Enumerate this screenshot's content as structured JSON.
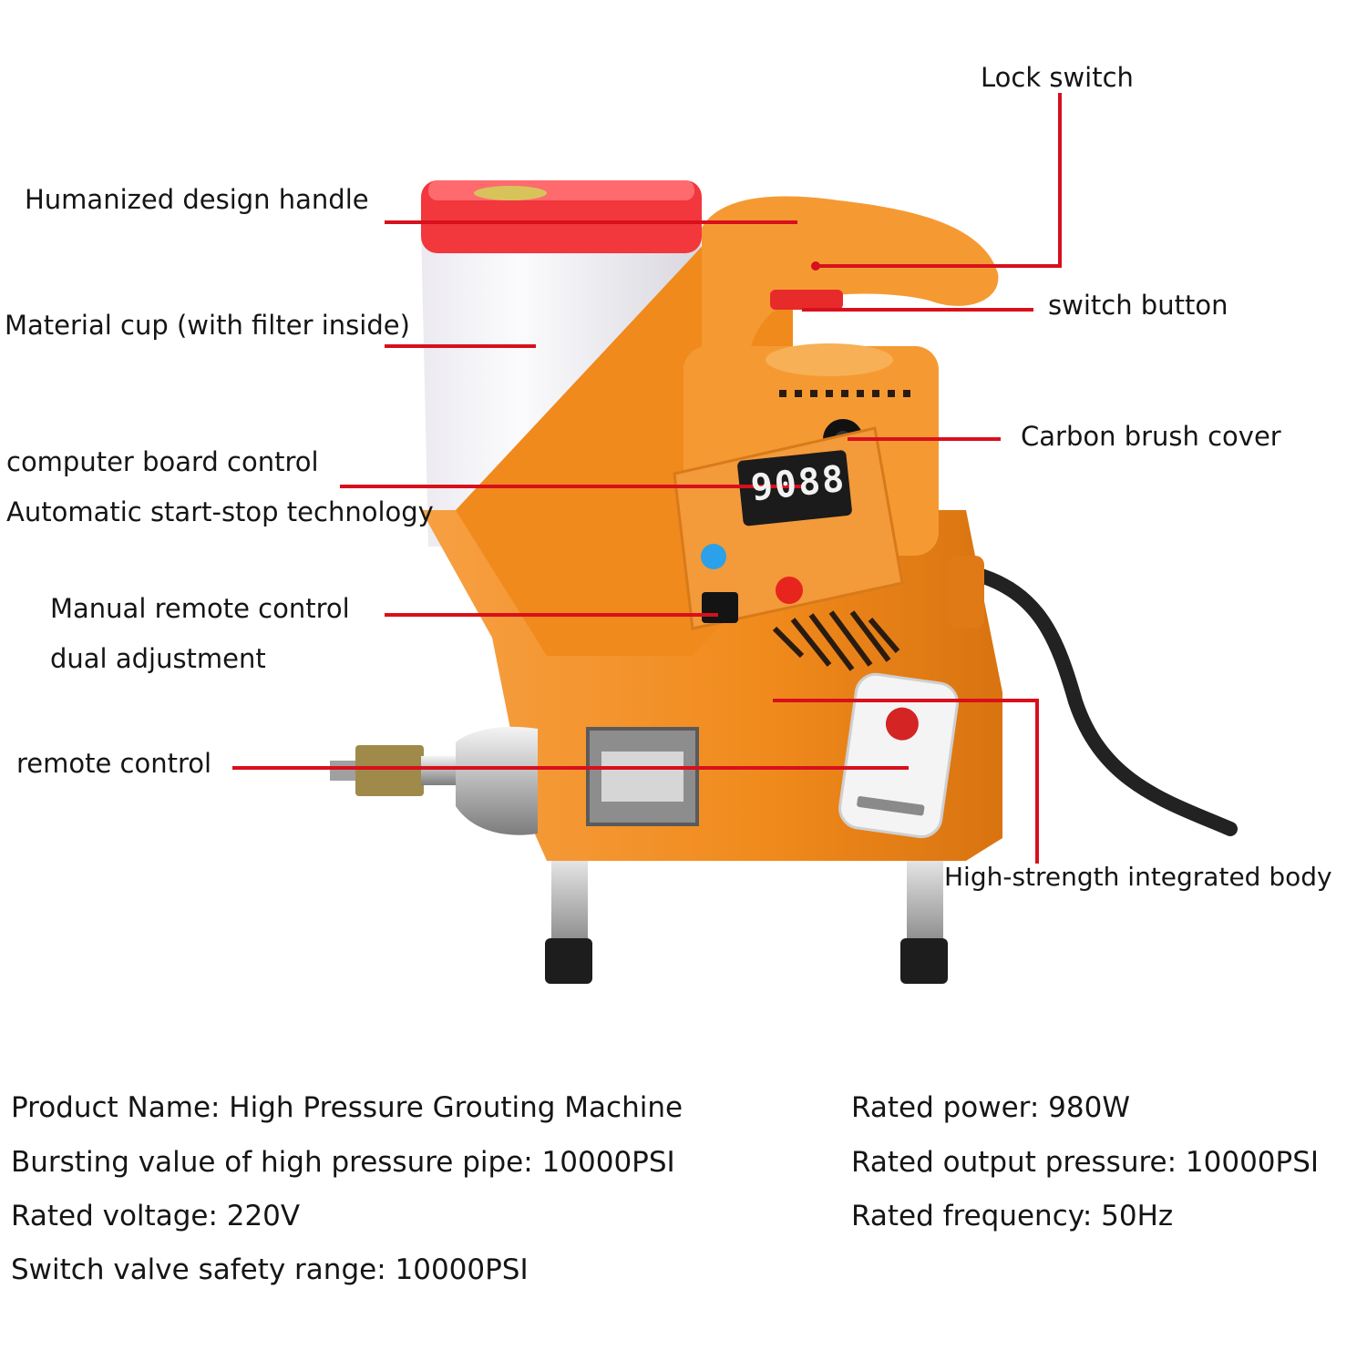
{
  "colors": {
    "leader_line": "#d8101c",
    "body_orange": "#f08a1c",
    "cup_lid": "#f2373d"
  },
  "callouts": {
    "lock_switch": "Lock switch",
    "handle": "Humanized design handle",
    "switch_button": "switch button",
    "material_cup": "Material cup (with filter inside)",
    "carbon_brush": "Carbon brush cover",
    "computer_board_1": "computer board control",
    "computer_board_2": "Automatic start-stop technology",
    "manual_remote_1": "Manual remote control",
    "manual_remote_2": "dual adjustment",
    "remote_control": "remote control",
    "body": "High-strength integrated body"
  },
  "display": {
    "readout": "9088"
  },
  "specs": {
    "left": [
      "Product Name: High Pressure Grouting Machine",
      "Bursting value of high pressure pipe: 10000PSI",
      "Rated voltage: 220V",
      "Switch valve safety range: 10000PSI"
    ],
    "right": [
      "Rated power: 980W",
      "Rated output pressure: 10000PSI",
      "Rated frequency: 50Hz"
    ]
  }
}
